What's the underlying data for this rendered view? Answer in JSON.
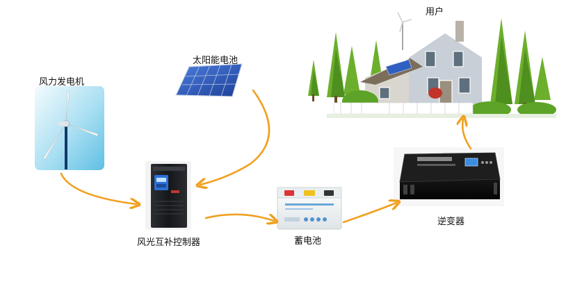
{
  "labels": {
    "wind_turbine": "风力发电机",
    "solar_panel": "太阳能电池",
    "controller": "风光互补控制器",
    "battery": "蓄电池",
    "inverter": "逆变器",
    "user": "用户"
  },
  "colors": {
    "arrow": "#f0a020",
    "sky_light": "#e8f5fb",
    "sky_dark": "#6cc7e8",
    "solar_cell": "#2f5fc0",
    "controller_body": "#1d1f22",
    "inverter_body": "#141414",
    "battery_body": "#f4f6f2",
    "tree_green": "#6caf2c",
    "house_wall": "#d9d6cf",
    "roof": "#7b6e5b"
  },
  "icons": {
    "wind_turbine": "wind-turbine-icon",
    "solar_panel": "solar-panel-icon",
    "controller": "controller-device-icon",
    "battery": "battery-icon",
    "inverter": "inverter-device-icon",
    "user": "house-icon"
  }
}
